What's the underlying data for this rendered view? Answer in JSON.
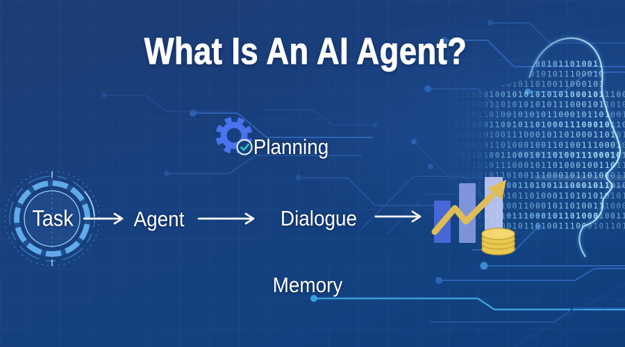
{
  "title": "What Is An AI Agent?",
  "flow": {
    "task": "Task",
    "agent": "Agent",
    "dialogue": "Dialogue"
  },
  "capabilities": {
    "planning": "Planning",
    "memory": "Memory"
  },
  "icons": {
    "gear": "gear-with-check-icon",
    "check_glyph": "✓",
    "growth_chart": "bar-chart-with-rising-arrow-icon",
    "coins": "gold-coins-stack-icon",
    "tech_circle": "hud-circle-decoration",
    "binary_head": "binary-code-head-illustration",
    "flow_arrow_glyph": "→"
  },
  "colors": {
    "background": "#174180",
    "text": "#ffffff",
    "gear_blue": "#4a73ee",
    "check_teal": "#30c4bc",
    "circuit_bright": "#3e8ad2",
    "circuit_mid": "#2d63b4",
    "circuit_faint": "#25549c",
    "circuit_cyan": "#38a2dd",
    "binary_cyan": "#8fd8f8",
    "bar1": "#4f6ce0",
    "bar2": "#94a5ee",
    "bar3": "#c3ccf5",
    "gold": "#e0bd55"
  },
  "binary": {
    "rows": [
      "1001101000111100010110100110001011010011",
      "0110100011010101010111000101101000100110",
      "1010011100010110100110001011010001101010",
      "0011010100101010101010001011100010010110",
      "1101000110101010101110001011010001001101",
      "0100011010010101011000101101001110001011",
      "1011000110010110100011100010110100101001",
      "0010110100111000101101000110101010101110",
      "1100010110100010011010011100010110100110",
      "0101101001100010110100111000101101000110",
      "1010101011100010110100010011011010011100",
      "0110001011010011100010110100011010101010",
      "1011010001001101001110001011010011000101",
      "0100111000101101000110101010101110001011",
      "1000101101001100010110100111000101101001",
      "0011010101011100010110100010011010011100",
      "1101001100010110100111000101101000110101"
    ]
  }
}
